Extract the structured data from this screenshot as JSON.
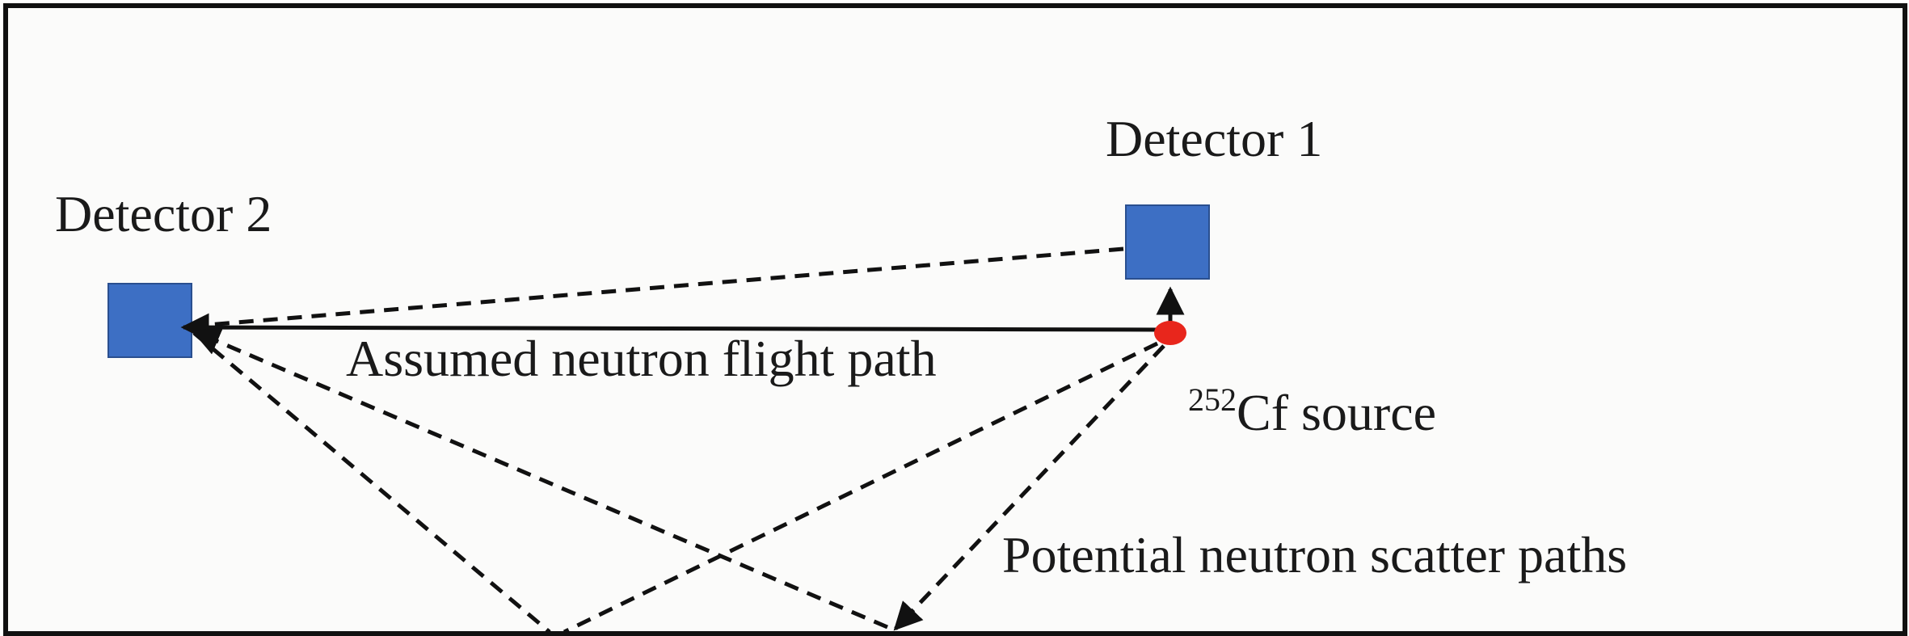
{
  "detector1": {
    "label": "Detector 1"
  },
  "detector2": {
    "label": "Detector 2"
  },
  "source": {
    "isotope_mass": "252",
    "label": "Cf source"
  },
  "paths": {
    "assumed_label": "Assumed neutron flight path",
    "scatter_label": "Potential neutron scatter paths"
  },
  "colors": {
    "detector": "#3d6fc4",
    "detector_border": "#2a4f8f",
    "source": "#e8261c",
    "line": "#111111"
  }
}
